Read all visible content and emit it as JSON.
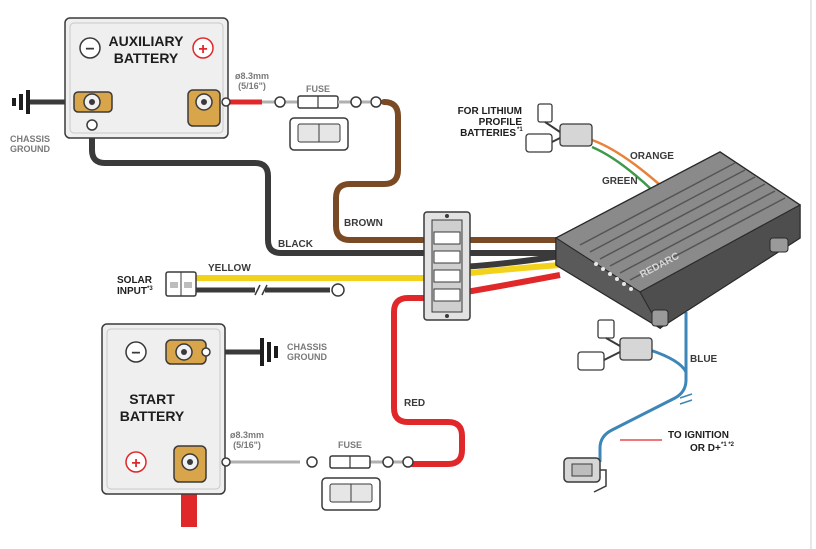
{
  "aux_battery": {
    "line1": "AUXILIARY",
    "line2": "BATTERY",
    "minus": "−",
    "plus": "+"
  },
  "start_battery": {
    "line1": "START",
    "line2": "BATTERY",
    "minus": "−",
    "plus": "+"
  },
  "chassis_ground_top": {
    "line1": "CHASSIS",
    "line2": "GROUND"
  },
  "chassis_ground_mid": {
    "line1": "CHASSIS",
    "line2": "GROUND"
  },
  "fuse_top": {
    "label": "FUSE",
    "dia_line1": "ø8.3mm",
    "dia_line2": "(5/16\")"
  },
  "fuse_bottom": {
    "label": "FUSE",
    "dia_line1": "ø8.3mm",
    "dia_line2": "(5/16\")"
  },
  "wires": {
    "brown": "BROWN",
    "black": "BLACK",
    "yellow": "YELLOW",
    "red": "RED",
    "blue": "BLUE",
    "orange": "ORANGE",
    "green": "GREEN"
  },
  "solar": {
    "line1": "SOLAR",
    "line2": "INPUT",
    "sup": "*3"
  },
  "lithium": {
    "line1": "FOR LITHIUM",
    "line2": "PROFILE",
    "line3": "BATTERIES",
    "sup": "*1"
  },
  "ignition": {
    "line1": "TO IGNITION",
    "line2": "OR D+",
    "sup": "*1 *2"
  },
  "device": {
    "brand": "REDARC"
  },
  "colors": {
    "black": "#3a3a3a",
    "brown": "#7a4a25",
    "yellow": "#f2d21a",
    "red": "#e0282a",
    "blue": "#3c86b8",
    "orange": "#e8823a",
    "green": "#3e9a4a",
    "battery_fill": "#efefef",
    "terminal": "#d9a54a",
    "device": "#5c5c5c"
  }
}
